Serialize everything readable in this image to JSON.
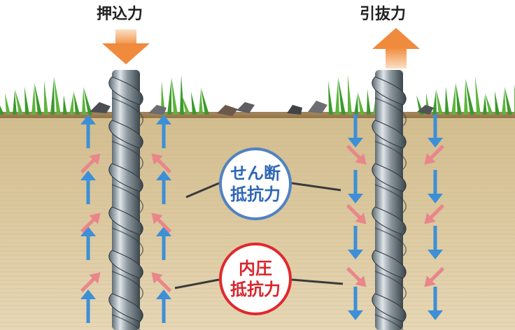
{
  "labels": {
    "press": "押込力",
    "pull": "引抜力"
  },
  "resistances": {
    "shear": {
      "line1": "せん断",
      "line2": "抵抗力"
    },
    "inner_pressure": {
      "line1": "内圧",
      "line2": "抵抗力"
    }
  },
  "colors": {
    "up_arrow": "#3d8fd6",
    "diagonal_arrow": "#e9868a",
    "shear_circle": "#4f82c2",
    "inner_pressure_circle": "#e0282e",
    "force_arrow": "#f3a25e",
    "soil": "#d9c59a",
    "grass": "#3a9a2a"
  },
  "icons": {
    "press_arrow": "down-arrow-icon",
    "pull_arrow": "up-arrow-icon"
  }
}
